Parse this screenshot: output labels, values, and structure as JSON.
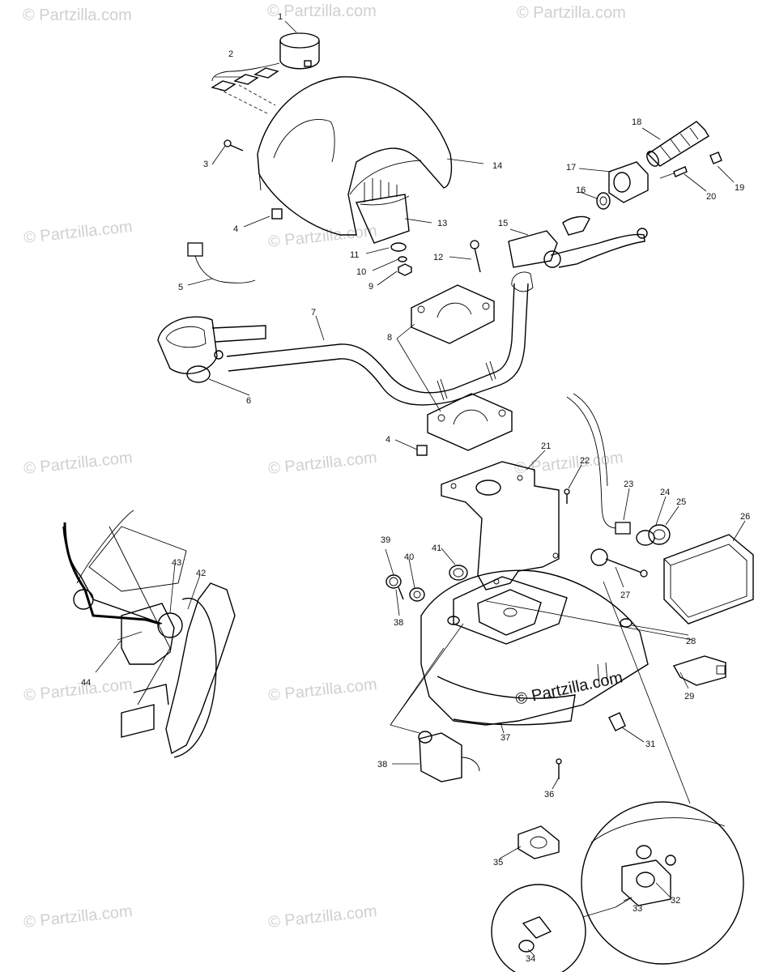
{
  "watermark": "© Partzilla.com",
  "callouts": [
    {
      "id": "1",
      "label": "1"
    },
    {
      "id": "2",
      "label": "2"
    },
    {
      "id": "3",
      "label": "3"
    },
    {
      "id": "4a",
      "label": "4"
    },
    {
      "id": "5",
      "label": "5"
    },
    {
      "id": "6",
      "label": "6"
    },
    {
      "id": "7",
      "label": "7"
    },
    {
      "id": "8",
      "label": "8"
    },
    {
      "id": "9",
      "label": "9"
    },
    {
      "id": "10",
      "label": "10"
    },
    {
      "id": "11",
      "label": "11"
    },
    {
      "id": "12",
      "label": "12"
    },
    {
      "id": "13",
      "label": "13"
    },
    {
      "id": "14",
      "label": "14"
    },
    {
      "id": "15",
      "label": "15"
    },
    {
      "id": "16",
      "label": "16"
    },
    {
      "id": "17",
      "label": "17"
    },
    {
      "id": "18",
      "label": "18"
    },
    {
      "id": "19",
      "label": "19"
    },
    {
      "id": "20",
      "label": "20"
    },
    {
      "id": "21",
      "label": "21"
    },
    {
      "id": "22",
      "label": "22"
    },
    {
      "id": "23",
      "label": "23"
    },
    {
      "id": "24",
      "label": "24"
    },
    {
      "id": "25",
      "label": "25"
    },
    {
      "id": "26",
      "label": "26"
    },
    {
      "id": "27",
      "label": "27"
    },
    {
      "id": "28",
      "label": "28"
    },
    {
      "id": "29",
      "label": "29"
    },
    {
      "id": "31",
      "label": "31"
    },
    {
      "id": "32",
      "label": "32"
    },
    {
      "id": "33",
      "label": "33"
    },
    {
      "id": "34",
      "label": "34"
    },
    {
      "id": "35",
      "label": "35"
    },
    {
      "id": "36",
      "label": "36"
    },
    {
      "id": "37",
      "label": "37"
    },
    {
      "id": "38a",
      "label": "38"
    },
    {
      "id": "38b",
      "label": "38"
    },
    {
      "id": "39",
      "label": "39"
    },
    {
      "id": "40",
      "label": "40"
    },
    {
      "id": "41",
      "label": "41"
    },
    {
      "id": "42",
      "label": "42"
    },
    {
      "id": "43",
      "label": "43"
    },
    {
      "id": "44",
      "label": "44"
    },
    {
      "id": "4b",
      "label": "4"
    }
  ]
}
